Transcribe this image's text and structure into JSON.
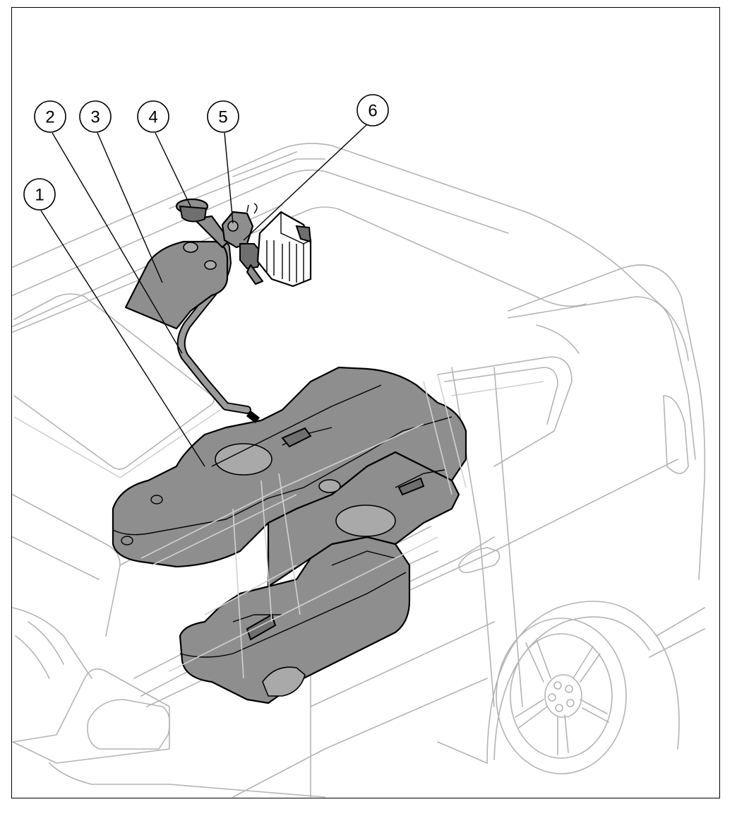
{
  "callouts": [
    {
      "id": 1,
      "label": "1"
    },
    {
      "id": 2,
      "label": "2"
    },
    {
      "id": 3,
      "label": "3"
    },
    {
      "id": 4,
      "label": "4"
    },
    {
      "id": 5,
      "label": "5"
    },
    {
      "id": 6,
      "label": "6"
    }
  ],
  "colors": {
    "part_fill": "#8e8e8e",
    "car_outline": "#b4b4b4",
    "ink": "#000000"
  }
}
